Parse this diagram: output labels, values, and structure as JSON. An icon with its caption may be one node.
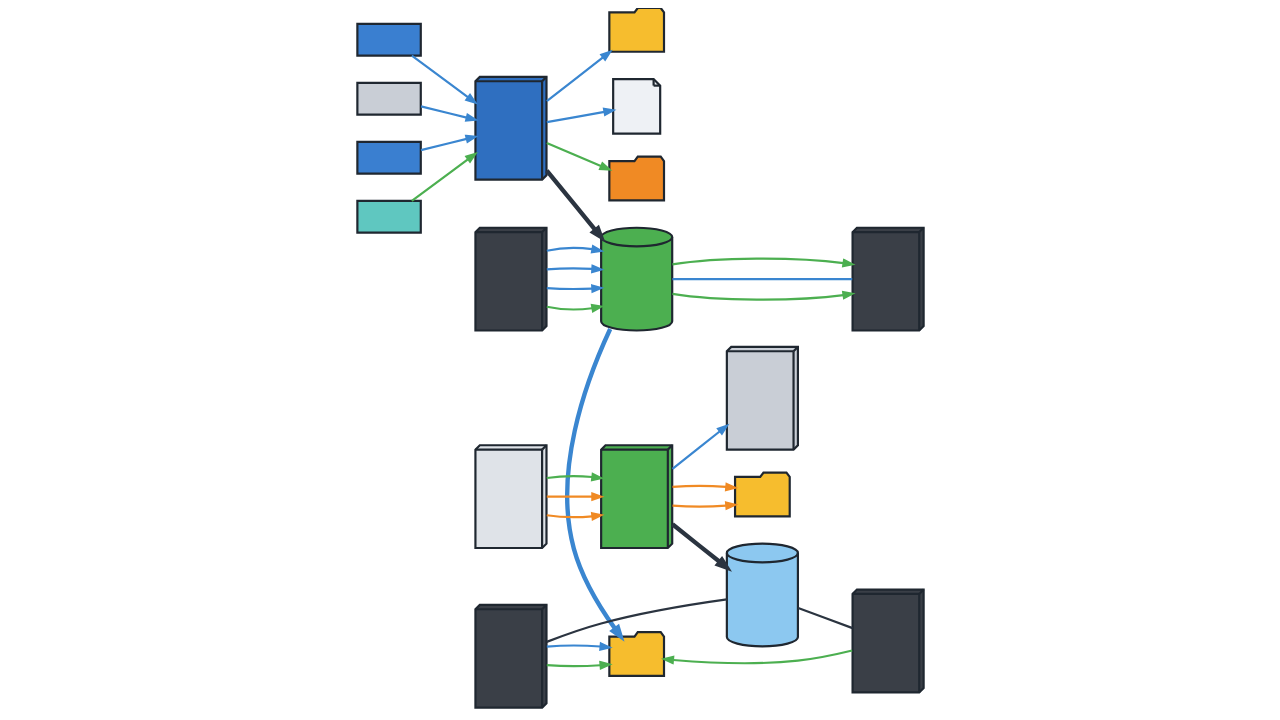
{
  "diagram": {
    "nodes": [
      {
        "text": [],
        "shape": "box"
      },
      {
        "text": [],
        "shape": "box"
      },
      {
        "text": [],
        "shape": "box"
      },
      {
        "text": [],
        "shape": "box"
      },
      {
        "text": [],
        "shape": "server"
      },
      {
        "text": [],
        "shape": "document"
      },
      {
        "text": [],
        "shape": "folder"
      },
      {
        "text": [],
        "shape": "folder"
      },
      {
        "text": [],
        "shape": "server"
      },
      {
        "text": [],
        "shape": "cylinder"
      },
      {
        "text": [],
        "shape": "server"
      },
      {
        "text": [],
        "shape": "server"
      },
      {
        "text": [],
        "shape": "server"
      },
      {
        "text": [],
        "shape": "folder"
      },
      {
        "text": [],
        "shape": "server"
      },
      {
        "text": [],
        "shape": "server"
      },
      {
        "text": [],
        "shape": "folder"
      },
      {
        "text": [],
        "shape": "cylinder"
      },
      {
        "text": [],
        "shape": "server"
      }
    ],
    "edges": [
      {
        "from": 0,
        "to": 4,
        "arrow": "to"
      },
      {
        "from": 1,
        "to": 4,
        "arrow": "to"
      },
      {
        "from": 2,
        "to": 4,
        "arrow": "to"
      },
      {
        "from": 3,
        "to": 4,
        "arrow": "to",
        "color": "#4caf50"
      },
      {
        "from": 4,
        "to": 5,
        "arrow": "to"
      },
      {
        "from": 4,
        "to": 6,
        "arrow": "to",
        "color": "#4caf50"
      },
      {
        "from": 4,
        "to": 7,
        "arrow": "to"
      },
      {
        "from": 4,
        "to": 9,
        "arrow": "to",
        "style": "thick",
        "color": "#2b3440"
      },
      {
        "from": 8,
        "to": 9,
        "arrow": "to",
        "color": "#4caf50"
      },
      {
        "from": 8,
        "to": 9,
        "arrow": "to"
      },
      {
        "from": 8,
        "to": 9,
        "arrow": "to"
      },
      {
        "from": 8,
        "to": 9,
        "arrow": "to"
      },
      {
        "from": 9,
        "to": 10,
        "arrow": "to",
        "color": "#4caf50"
      },
      {
        "from": 9,
        "to": 10,
        "arrow": "none"
      },
      {
        "from": 9,
        "to": 10,
        "arrow": "to",
        "color": "#4caf50"
      },
      {
        "from": 9,
        "to": 16,
        "arrow": "to",
        "style": "thick"
      },
      {
        "from": 11,
        "to": 12,
        "arrow": "to",
        "color": "#f08a24"
      },
      {
        "from": 11,
        "to": 12,
        "arrow": "to",
        "color": "#f08a24"
      },
      {
        "from": 11,
        "to": 12,
        "arrow": "to",
        "color": "#4caf50"
      },
      {
        "from": 12,
        "to": 13,
        "arrow": "to",
        "color": "#f08a24"
      },
      {
        "from": 12,
        "to": 13,
        "arrow": "to",
        "color": "#f08a24"
      },
      {
        "from": 12,
        "to": 14,
        "arrow": "to"
      },
      {
        "from": 12,
        "to": 17,
        "arrow": "to",
        "style": "thick",
        "color": "#2b3440"
      },
      {
        "from": 15,
        "to": 16,
        "arrow": "to",
        "color": "#4caf50"
      },
      {
        "from": 15,
        "to": 16,
        "arrow": "to"
      },
      {
        "from": 18,
        "to": 16,
        "arrow": "to",
        "color": "#4caf50"
      },
      {
        "from": 15,
        "to": 17,
        "arrow": "none",
        "color": "#2b3440"
      },
      {
        "from": 17,
        "to": 18,
        "arrow": "none",
        "color": "#2b3440"
      }
    ]
  }
}
